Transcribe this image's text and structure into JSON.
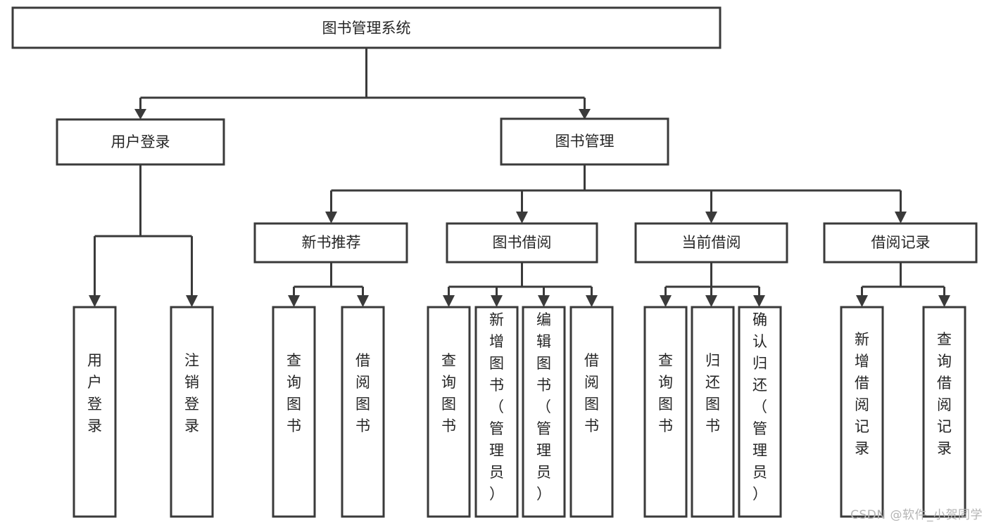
{
  "diagram": {
    "type": "tree-hierarchy",
    "title": "图书管理系统",
    "orientation": "top-down",
    "colors": {
      "stroke": "#3a3a3a",
      "box_fill": "#ffffff",
      "text": "#262626",
      "watermark": "#b4b4b4",
      "background": "#ffffff"
    },
    "root": {
      "id": "root",
      "label": "图书管理系统"
    },
    "level1": [
      {
        "id": "user-login",
        "label": "用户登录"
      },
      {
        "id": "book-management",
        "label": "图书管理"
      }
    ],
    "level2": [
      {
        "id": "new-book-recommend",
        "label": "新书推荐",
        "parent": "book-management"
      },
      {
        "id": "book-borrow",
        "label": "图书借阅",
        "parent": "book-management"
      },
      {
        "id": "current-borrow",
        "label": "当前借阅",
        "parent": "book-management"
      },
      {
        "id": "borrow-record",
        "label": "借阅记录",
        "parent": "book-management"
      }
    ],
    "leaves": {
      "user-login": [
        {
          "id": "leaf-user-login",
          "label": "用户登录"
        },
        {
          "id": "leaf-user-logout",
          "label": "注销登录"
        }
      ],
      "new-book-recommend": [
        {
          "id": "leaf-query-book-1",
          "label": "查询图书"
        },
        {
          "id": "leaf-borrow-book-1",
          "label": "借阅图书"
        }
      ],
      "book-borrow": [
        {
          "id": "leaf-query-book-2",
          "label": "查询图书"
        },
        {
          "id": "leaf-add-book",
          "label": "新增图书（管理员）"
        },
        {
          "id": "leaf-edit-book",
          "label": "编辑图书（管理员）"
        },
        {
          "id": "leaf-borrow-book-2",
          "label": "借阅图书"
        }
      ],
      "current-borrow": [
        {
          "id": "leaf-query-book-3",
          "label": "查询图书"
        },
        {
          "id": "leaf-return-book",
          "label": "归还图书"
        },
        {
          "id": "leaf-confirm-return",
          "label": "确认归还（管理员）"
        }
      ],
      "borrow-record": [
        {
          "id": "leaf-add-record",
          "label": "新增借阅记录"
        },
        {
          "id": "leaf-query-record",
          "label": "查询借阅记录"
        }
      ]
    }
  },
  "watermark": {
    "text": "CSDN @软件_小贺同学"
  }
}
